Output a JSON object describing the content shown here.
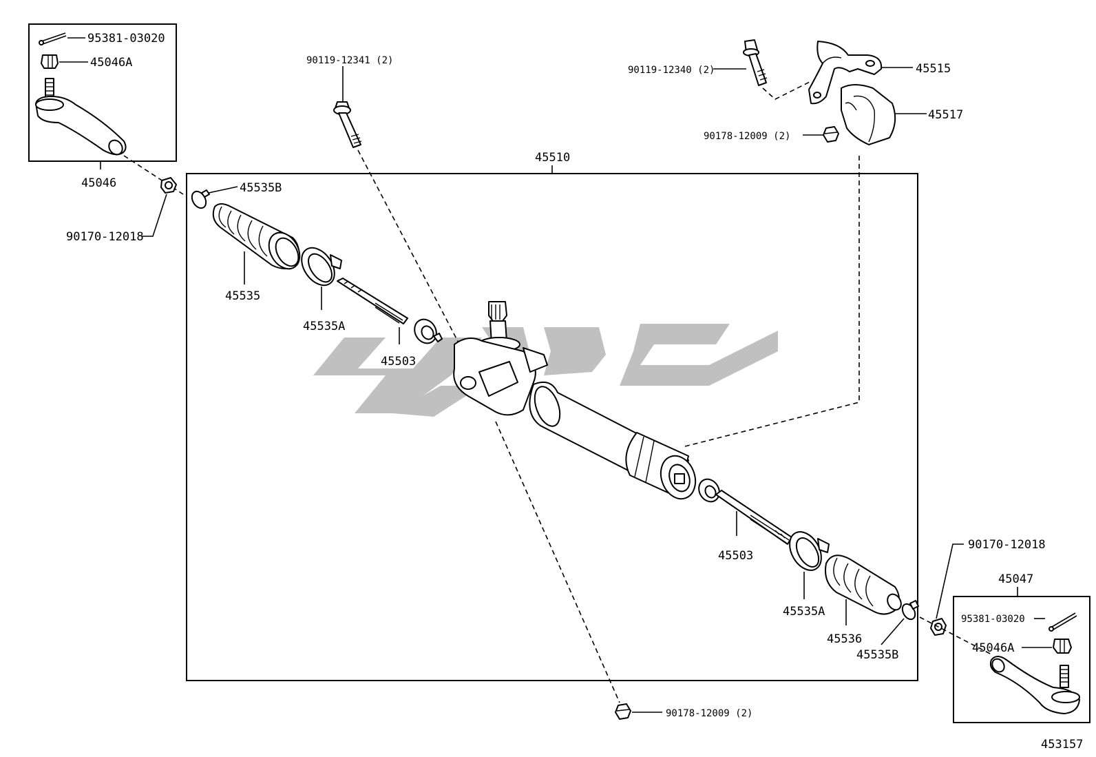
{
  "diagram": {
    "figure_number": "453157",
    "assembly_label": "45510",
    "labels": {
      "cotter_pin_left": "95381-03020",
      "nut_left": "45046A",
      "tie_rod_end_left": "45046",
      "lock_nut_left": "90170-12018",
      "clip_left": "45535B",
      "boot_left": "45535",
      "clamp_left": "45535A",
      "rack_end_left": "45503",
      "bolt_left": "90119-12341 (2)",
      "bolt_right": "90119-12340 (2)",
      "bracket": "45515",
      "bushing": "45517",
      "nut_upper": "90178-12009 (2)",
      "nut_lower": "90178-12009 (2)",
      "rack_end_right": "45503",
      "clamp_right": "45535A",
      "boot_right": "45536",
      "clip_right": "45535B",
      "lock_nut_right": "90170-12018",
      "tie_rod_end_right": "45047",
      "cotter_pin_right": "95381-03020",
      "nut_right": "45046A"
    },
    "watermark_color": "#bdbdbd"
  }
}
